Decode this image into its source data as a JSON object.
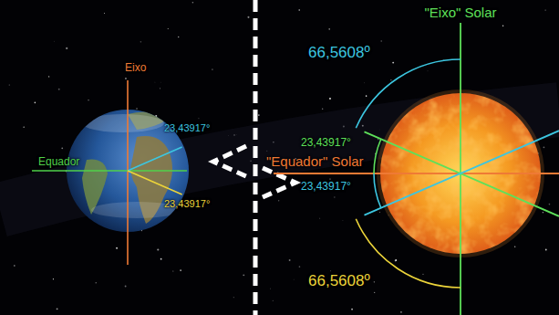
{
  "diagram": {
    "labels": [
      "Eixo",
      "Equador",
      "23,43917°",
      "23,43917°",
      "\"Eixo\" Solar",
      "66,5608º",
      "23,43917°",
      "\"Equador\" Solar",
      "23,43917°",
      "66,5608º"
    ]
  }
}
